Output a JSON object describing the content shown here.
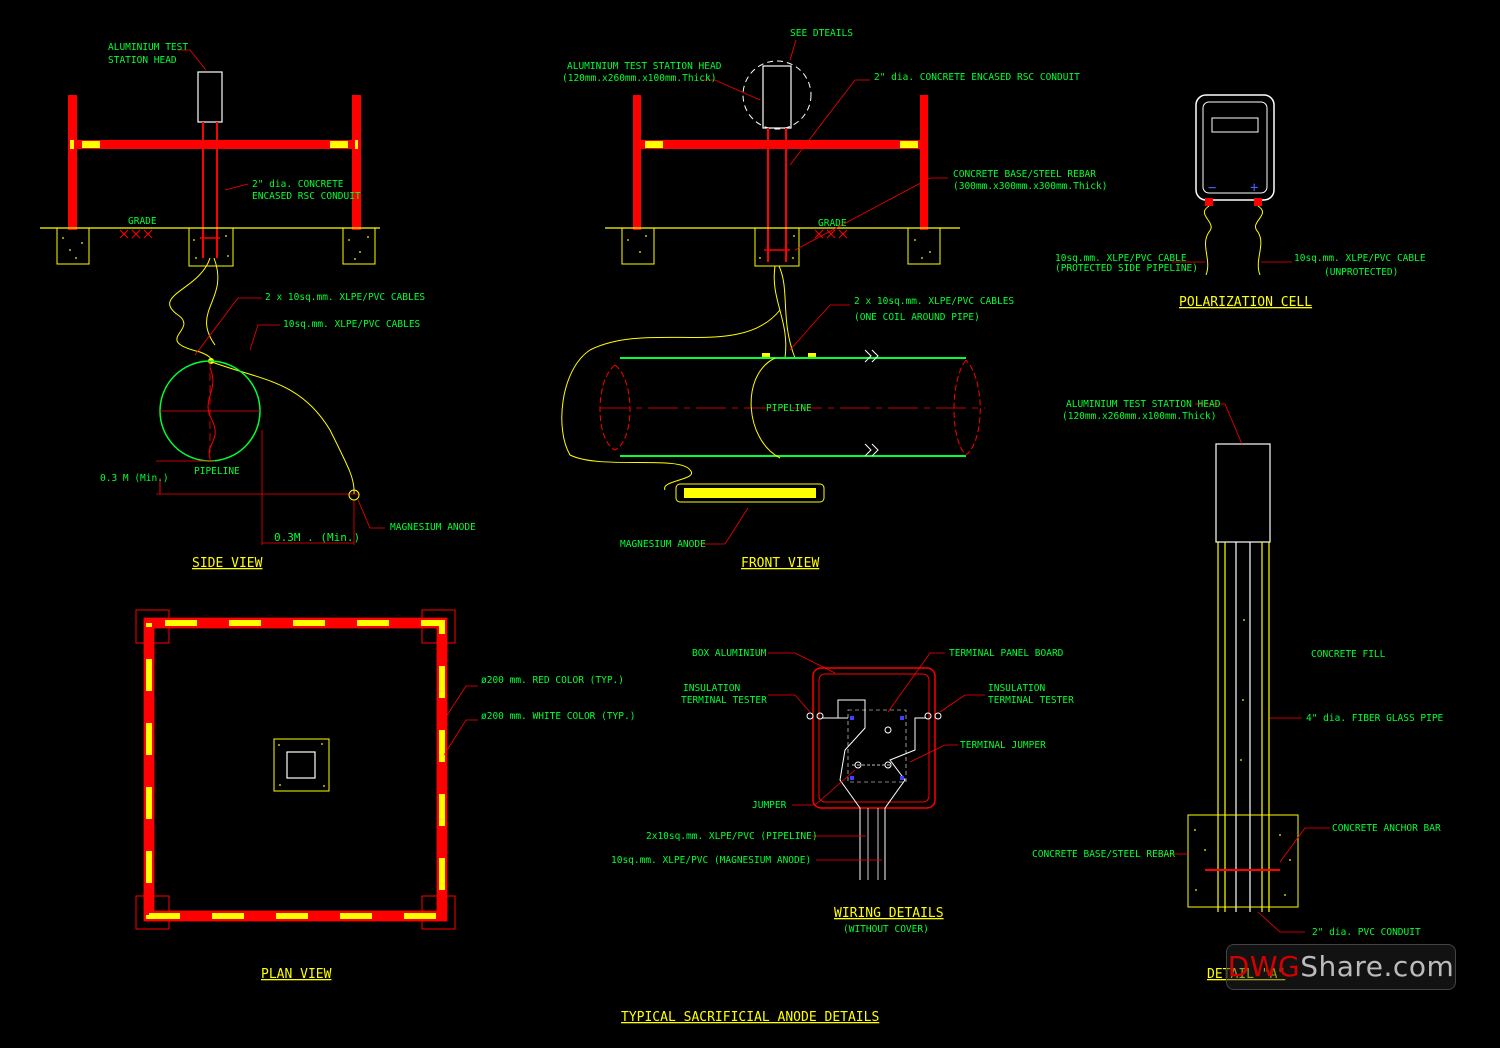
{
  "title": "TYPICAL SACRIFICIAL ANODE DETAILS",
  "views": {
    "side": "SIDE VIEW",
    "front": "FRONT VIEW",
    "plan": "PLAN VIEW",
    "wiring": "WIRING DETAILS",
    "wiring_sub": "(WITHOUT COVER)",
    "polarization": "POLARIZATION CELL",
    "detail": "DETAIL \"A\""
  },
  "side_labels": {
    "head1": "ALUMINIUM TEST",
    "head2": "STATION HEAD",
    "conduit1": "2\" dia. CONCRETE",
    "conduit2": "ENCASED RSC CONDUIT",
    "grade": "GRADE",
    "cables2": "2 x 10sq.mm. XLPE/PVC CABLES",
    "cables1": "10sq.mm. XLPE/PVC CABLES",
    "pipeline": "PIPELINE",
    "dim_v": "0.3 M (Min.)",
    "dim_h": "0.3M . (Min.)",
    "anode": "MAGNESIUM ANODE"
  },
  "front_labels": {
    "see": "SEE DTEAILS",
    "head1": "ALUMINIUM TEST STATION HEAD",
    "head2": "(120mm.x260mm.x100mm.Thick)",
    "conduit": "2\" dia. CONCRETE ENCASED RSC CONDUIT",
    "base1": "CONCRETE BASE/STEEL REBAR",
    "base2": "(300mm.x300mm.x300mm.Thick)",
    "grade": "GRADE",
    "cables1": "2 x 10sq.mm. XLPE/PVC CABLES",
    "cables2": "(ONE COIL AROUND PIPE)",
    "pipeline": "PIPELINE",
    "anode": "MAGNESIUM ANODE"
  },
  "polar_labels": {
    "left1": "10sq.mm. XLPE/PVC CABLE",
    "left2": "(PROTECTED SIDE PIPELINE)",
    "right1": "10sq.mm. XLPE/PVC CABLE",
    "right2": "(UNPROTECTED)",
    "minus": "−",
    "plus": "+"
  },
  "plan_labels": {
    "red": "ø200 mm. RED COLOR (TYP.)",
    "white": "ø200 mm. WHITE COLOR (TYP.)"
  },
  "wiring_labels": {
    "box": "BOX ALUMINIUM",
    "panel": "TERMINAL PANEL BOARD",
    "ins_l1": "INSULATION",
    "ins_l2": "TERMINAL TESTER",
    "ins_r1": "INSULATION",
    "ins_r2": "TERMINAL TESTER",
    "tjumper": "TERMINAL JUMPER",
    "jumper": "JUMPER",
    "pipeline": "2x10sq.mm. XLPE/PVC (PIPELINE)",
    "anode": "10sq.mm. XLPE/PVC (MAGNESIUM ANODE)"
  },
  "detail_labels": {
    "head1": "ALUMINIUM TEST STATION HEAD",
    "head2": "(120mm.x260mm.x100mm.Thick)",
    "fill": "CONCRETE FILL",
    "pipe": "4\" dia. FIBER GLASS PIPE",
    "anchor": "CONCRETE ANCHOR BAR",
    "base": "CONCRETE BASE/STEEL REBAR",
    "conduit": "2\" dia. PVC CONDUIT"
  },
  "watermark": {
    "prefix": "DWG",
    "suffix": "Share.com"
  },
  "colors": {
    "background": "#000000",
    "text": "#00ff33",
    "title": "#ffff00",
    "red": "#ff0000",
    "yellow": "#ffff00",
    "white": "#ffffff",
    "green": "#00ff33"
  }
}
